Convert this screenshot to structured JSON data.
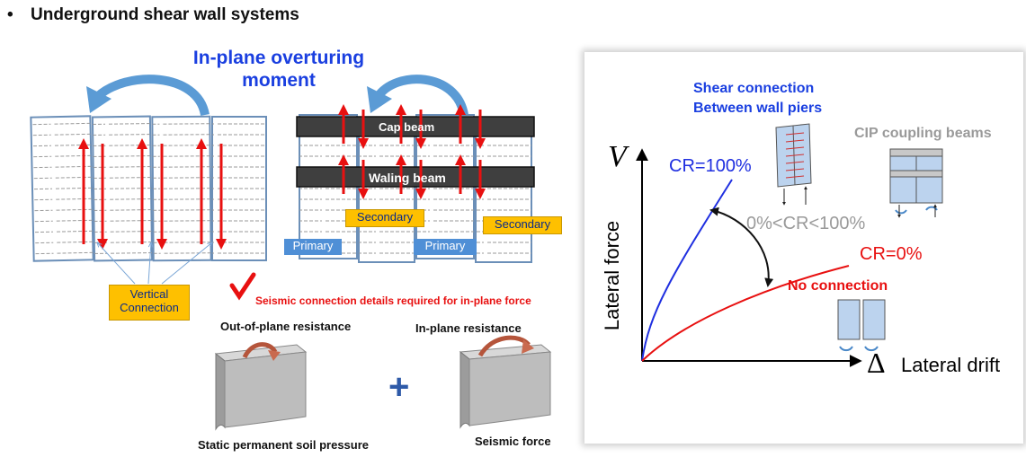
{
  "heading": {
    "bullet": "•",
    "text": "Underground shear wall systems"
  },
  "left_panel": {
    "overturning_title": "In-plane overturing moment",
    "vertical_connection": "Vertical Connection",
    "cap_beam": "Cap beam",
    "waling_beam": "Waling beam",
    "primary_1": "Primary",
    "primary_2": "Primary",
    "secondary_1": "Secondary",
    "secondary_2": "Secondary",
    "seismic_note": "Seismic connection details required for in-plane force",
    "out_of_plane": "Out-of-plane resistance",
    "in_plane": "In-plane resistance",
    "plus": "+",
    "static_soil": "Static permanent soil pressure",
    "seismic_force": "Seismic force"
  },
  "right_panel": {
    "shear_connection": "Shear connection",
    "between_piers": "Between wall piers",
    "cip_coupling": "CIP coupling beams",
    "y_symbol": "V",
    "y_label": "Lateral force",
    "x_symbol": "Δ",
    "x_label": "Lateral drift",
    "cr100": "CR=100%",
    "cr_mid": "0%<CR<100%",
    "cr0": "CR=0%",
    "no_connection": "No connection"
  },
  "colors": {
    "blue_text": "#1a3fe0",
    "red": "#e81010",
    "gray_text": "#9a9a9a",
    "yellow": "#fec000",
    "primary_blue": "#4f8fd6"
  }
}
